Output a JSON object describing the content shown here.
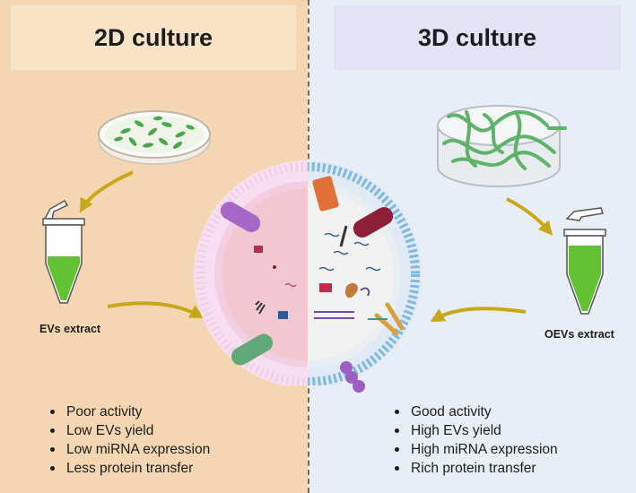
{
  "left": {
    "title": "2D culture",
    "extract_label": "EVs extract",
    "bullets": [
      "Poor activity",
      "Low EVs yield",
      "Low miRNA expression",
      "Less protein transfer"
    ]
  },
  "right": {
    "title": "3D culture",
    "extract_label": "OEVs extract",
    "bullets": [
      "Good activity",
      "High EVs yield",
      "High miRNA expression",
      "Rich protein transfer"
    ]
  },
  "colors": {
    "left_bg": "#f4d7b2",
    "right_bg": "#e7eef6",
    "arrow": "#c6a818",
    "tube_liquid": "#63c233",
    "membrane": "#7fb8e0"
  }
}
